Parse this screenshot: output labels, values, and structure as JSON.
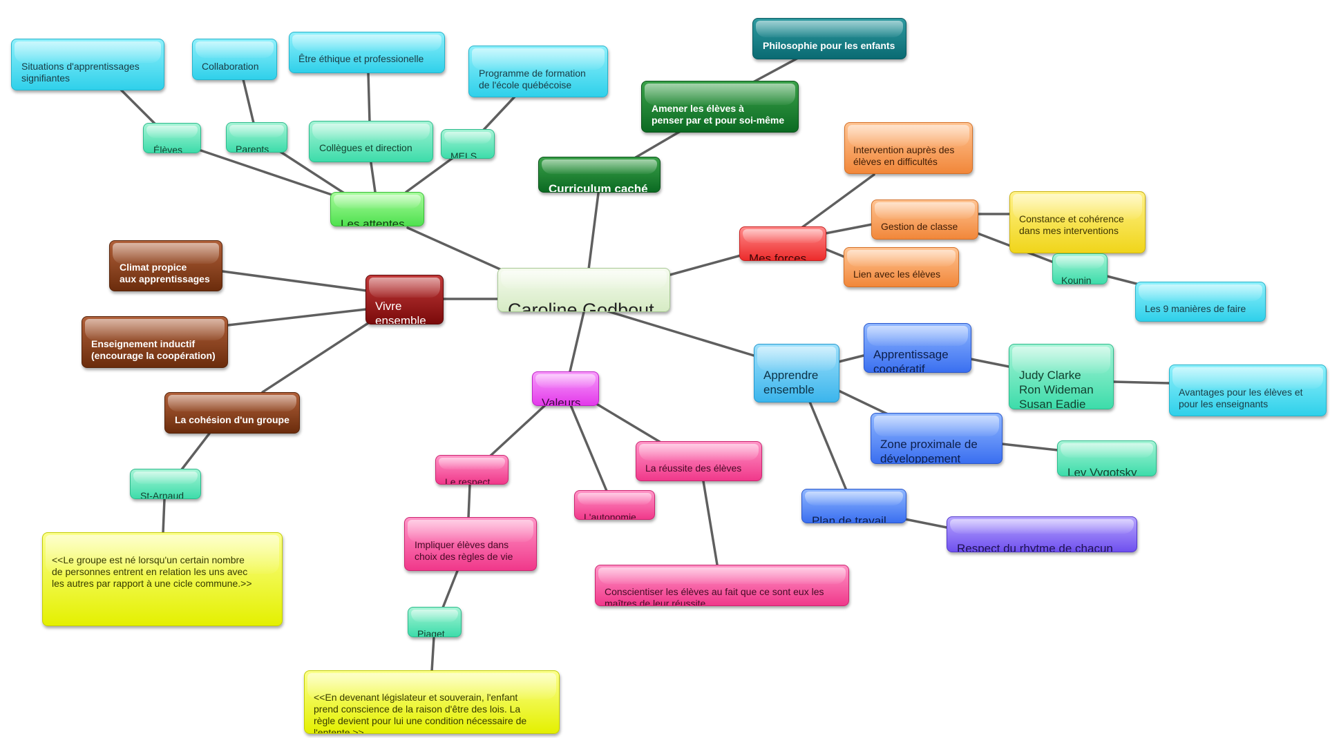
{
  "map": {
    "center": "Caroline Godbout",
    "branches": {
      "attentes": "Les attentes",
      "eleves": "Élèves",
      "eleves_detail": "Situations d'apprentissages\nsignifiantes",
      "parents": "Parents",
      "parents_detail": "Collaboration",
      "collegues": "Collègues et direction",
      "collegues_detail": "Être éthique et professionelle",
      "mels": "MELS",
      "mels_detail": "Programme de formation\nde l'école québécoise",
      "curriculum": "Curriculum caché",
      "amener": "Amener les élèves à\npenser par et pour soi-même",
      "philo": "Philosophie pour les enfants",
      "forces": "Mes forces",
      "intervention": "Intervention auprès des\nélèves en difficultés",
      "gestion": "Gestion de classe",
      "constance": "Constance et cohérence\ndans mes interventions",
      "kounin": "Kounin",
      "manieres": "Les 9 manières de faire",
      "lien": "Lien avec les élèves",
      "vivre": "Vivre\nensemble",
      "climat": "Climat propice\naux apprentissages",
      "inductif": "Enseignement inductif\n(encourage la coopération)",
      "cohesion": "La cohésion d'un groupe",
      "starnaud": "St-Arnaud",
      "quote_groupe": "<<Le groupe est né lorsqu'un certain nombre\nde personnes entrent en relation les uns avec\nles autres par rapport à une cicle commune.>>",
      "valeurs": "Valeurs",
      "respect": "Le respect",
      "impliquer": "Impliquer élèves dans\nchoix des règles de vie",
      "piaget": "Piaget",
      "quote_piaget": "<<En devenant législateur et souverain, l'enfant\nprend conscience de la raison d'être des lois. La\nrègle devient pour lui une condition nécessaire de\nl'entente.>>",
      "autonomie": "L'autonomie",
      "reussite": "La réussite des élèves",
      "conscientiser": "Conscientiser les élèves au fait que ce sont eux les\nmaîtres de leur réussite",
      "apprendre": "Apprendre\nensemble",
      "cooperatif": "Apprentissage\ncoopératif",
      "auteurs": "Judy Clarke\nRon Wideman\nSusan Eadie",
      "avantages": "Avantages pour les élèves et\npour les enseignants",
      "zone": "Zone proximale de\ndéveloppement",
      "vygotsky": "Lev Vygotsky",
      "plan": "Plan de travail",
      "rythme": "Respect du rhytme de chacun"
    }
  },
  "colors": {
    "connector": "#5f5f5f",
    "center": "#d6ebc4",
    "cyan": "#2fd0ea",
    "aqua": "#3ddcaa",
    "green": "#4fe14f",
    "dark_green": "#0b6a22",
    "teal": "#0a6a72",
    "maroon": "#7a0a0a",
    "brown": "#6b2c0c",
    "red": "#ec2b2b",
    "orange": "#f1873a",
    "yellow": "#f0d51a",
    "lime": "#e4f000",
    "magenta": "#e33aea",
    "pink": "#f0388a",
    "blue": "#3a6ff0",
    "violet": "#6f50ee",
    "sky": "#3bb5ec"
  }
}
